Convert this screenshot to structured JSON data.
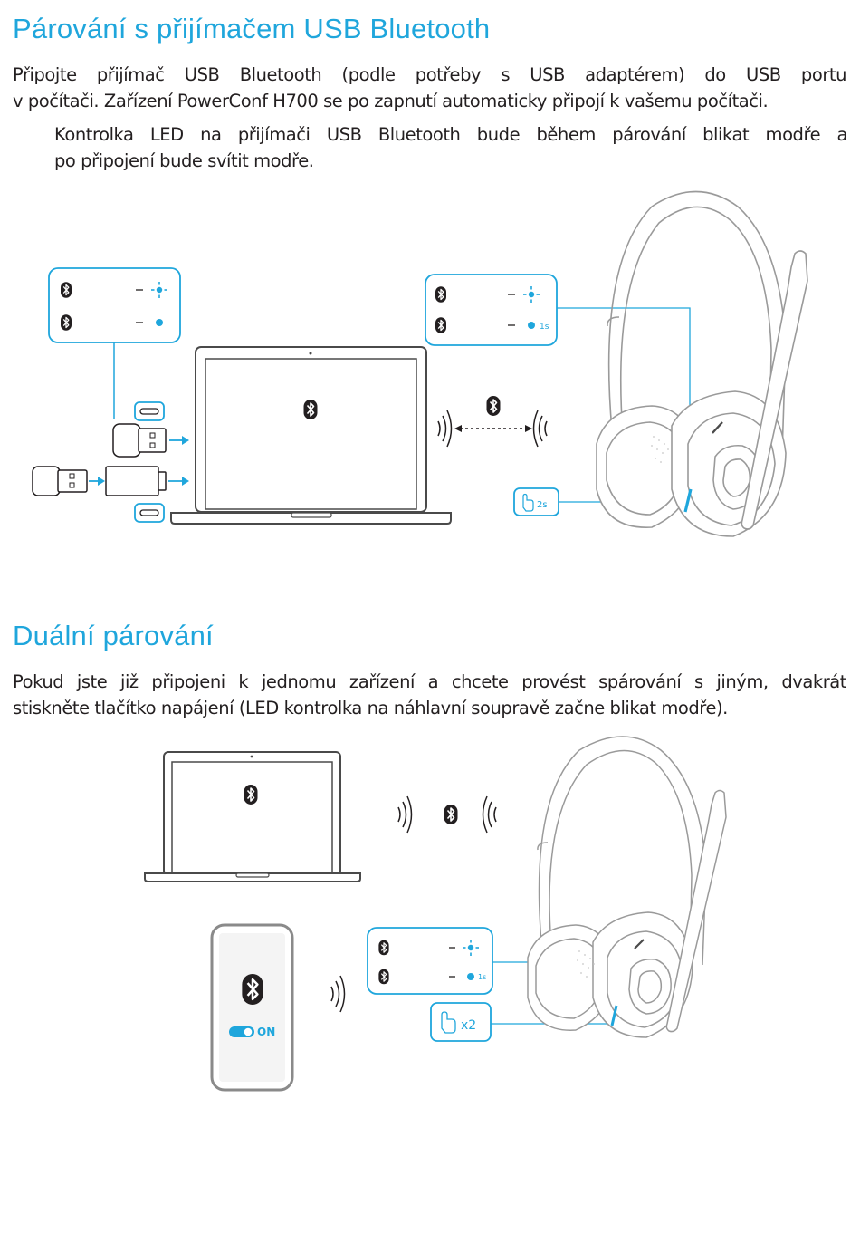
{
  "section1": {
    "heading": "Párování s přijímačem USB Bluetooth",
    "para_line1": "Připojte přijímač USB Bluetooth (podle potřeby s USB adaptérem) do USB portu",
    "para_line2": "v počítači. Zařízení PowerConf H700 se po zapnutí automaticky připojí k vašemu počítači.",
    "note_line1": "Kontrolka LED na přijímači USB Bluetooth bude během párování blikat modře a",
    "note_line2": "po připojení bude svítit modře.",
    "led_label_blink": "1s",
    "press_label": "2s"
  },
  "section2": {
    "heading": "Duální párování",
    "para_line1": "Pokud jste již připojeni k jednomu zařízení a chcete provést spárování s jiným, dvakrát",
    "para_line2": "stiskněte tlačítko napájení (LED kontrolka na náhlavní soupravě začne blikat modře).",
    "led_label_blink": "1s",
    "press_count": "x2",
    "phone_toggle": "ON"
  },
  "colors": {
    "accent": "#1fa6dc",
    "outline": "#4a4a4a",
    "light_outline": "#9a9a9a"
  },
  "icons": [
    "bluetooth-icon",
    "led-blink-icon",
    "led-solid-icon",
    "hand-press-icon",
    "signal-waves-icon"
  ]
}
